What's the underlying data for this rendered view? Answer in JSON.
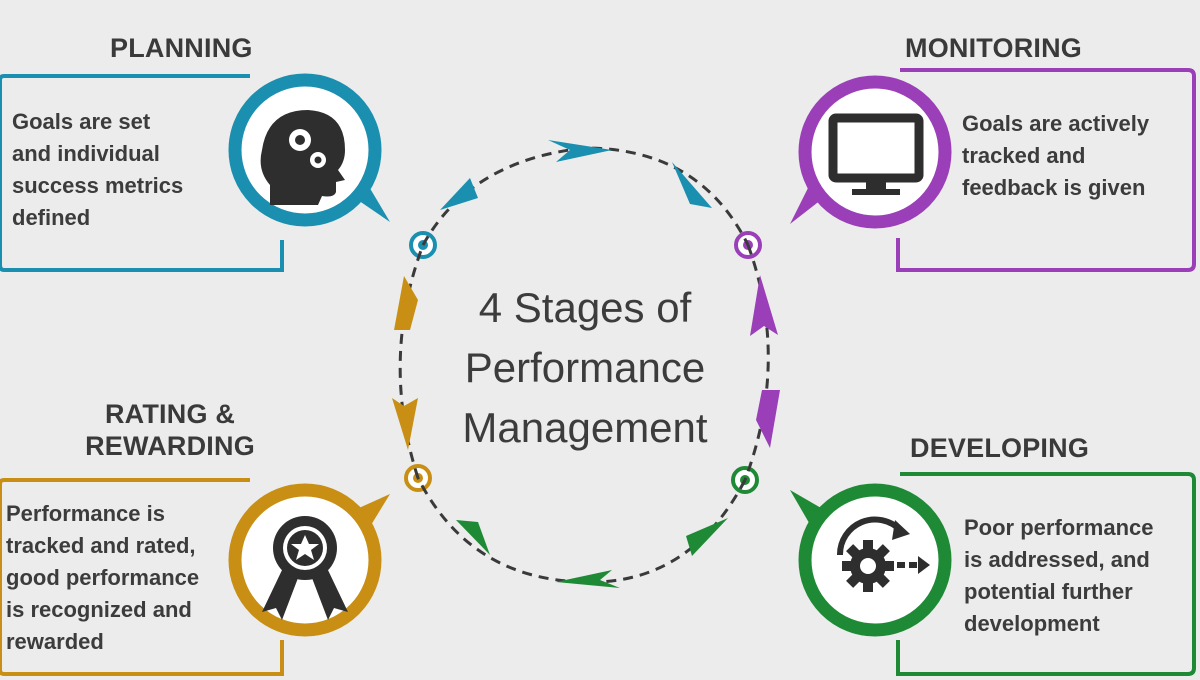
{
  "center": {
    "title": "4 Stages of\nPerformance\nManagement"
  },
  "stages": {
    "planning": {
      "title": "PLANNING",
      "description": "Goals are set\nand individual\nsuccess metrics\ndefined",
      "color": "#1a8fb0",
      "icon": "head-gears-icon"
    },
    "monitoring": {
      "title": "MONITORING",
      "description": "Goals are actively\ntracked and\nfeedback is given",
      "color": "#9a3fb8",
      "icon": "monitor-icon"
    },
    "developing": {
      "title": "DEVELOPING",
      "description": "Poor performance\nis addressed, and\npotential further\ndevelopment",
      "color": "#1f8a36",
      "icon": "gear-refresh-icon"
    },
    "rating": {
      "title_line1": "RATING &",
      "title_line2": "REWARDING",
      "description": "Performance is\ntracked and rated,\ngood performance\nis recognized and\nrewarded",
      "color": "#c88f14",
      "icon": "award-ribbon-icon"
    }
  }
}
